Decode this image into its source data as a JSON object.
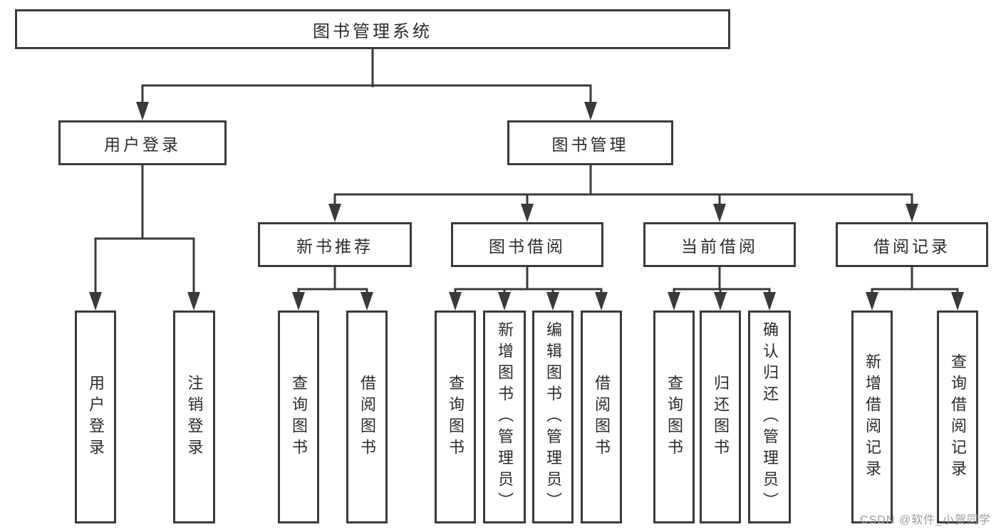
{
  "diagram": {
    "root": {
      "label": "图书管理系统"
    },
    "branches": [
      {
        "label": "用户登录",
        "children": [
          {
            "label": "用户登录"
          },
          {
            "label": "注销登录"
          }
        ]
      },
      {
        "label": "图书管理",
        "children": [
          {
            "label": "新书推荐",
            "children": [
              {
                "label": "查询图书"
              },
              {
                "label": "借阅图书"
              }
            ]
          },
          {
            "label": "图书借阅",
            "children": [
              {
                "label": "查询图书"
              },
              {
                "label": "新增图书（管理员）"
              },
              {
                "label": "编辑图书（管理员）"
              },
              {
                "label": "借阅图书"
              }
            ]
          },
          {
            "label": "当前借阅",
            "children": [
              {
                "label": "查询图书"
              },
              {
                "label": "归还图书"
              },
              {
                "label": "确认归还（管理员）"
              }
            ]
          },
          {
            "label": "借阅记录",
            "children": [
              {
                "label": "新增借阅记录"
              },
              {
                "label": "查询借阅记录"
              }
            ]
          }
        ]
      }
    ],
    "watermark": "CSDN @软件_小贺同学",
    "colors": {
      "line": "#3a3a3a",
      "text": "#2b2b2b",
      "watermark": "#9a9a9a",
      "background": "#ffffff"
    }
  }
}
